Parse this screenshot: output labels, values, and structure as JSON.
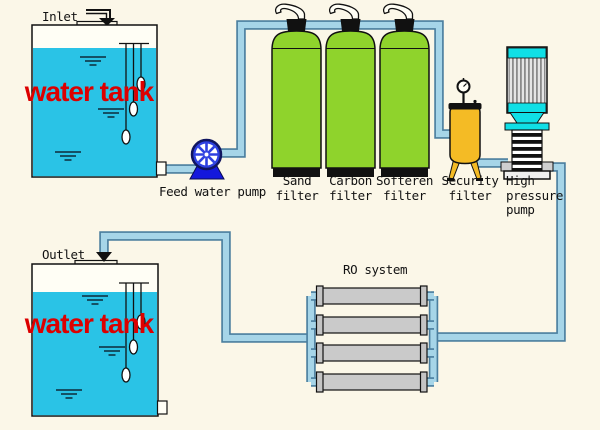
{
  "diagram": {
    "inlet_label": "Inlet",
    "outlet_label": "Outlet",
    "tank_top_label": "water tank",
    "tank_bottom_label": "water tank",
    "feed_pump_label": "Feed water pump",
    "filters": [
      {
        "label": "Sand\nfilter"
      },
      {
        "label": "Carbon\nfilter"
      },
      {
        "label": "Softeren\nfilter"
      },
      {
        "label": "Security\nfilter"
      }
    ],
    "high_pressure_pump_label": "High\npressure\npump",
    "ro_system_label": "RO system",
    "ro_membrane_count": 4
  },
  "colors": {
    "background": "#FBF7E8",
    "water_cyan": "#2AC3E6",
    "pipe_fill": "#A6D5E8",
    "pipe_outline": "#4A7E9E",
    "filter_green": "#8FD32C",
    "security_yellow": "#F4BB25",
    "feed_pump_blue": "#2E41E0",
    "hp_pump_cyan": "#10DFE6",
    "ro_tube_gray": "#CACACA",
    "tank_text_red": "#DC0000"
  }
}
